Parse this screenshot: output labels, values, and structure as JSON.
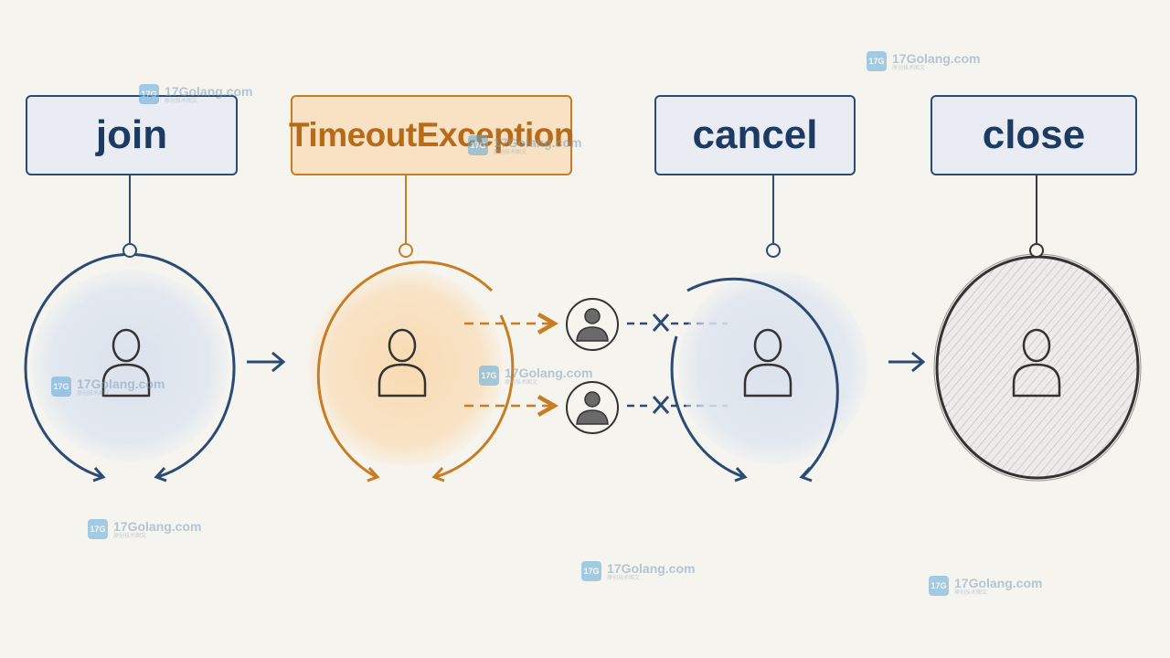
{
  "stages": [
    {
      "label": "join"
    },
    {
      "label": "TimeoutException"
    },
    {
      "label": "cancel"
    },
    {
      "label": "close"
    }
  ],
  "watermark": {
    "text": "17Golang.com",
    "logo_text": "17G",
    "subtitle": "原创技术图文"
  },
  "colors": {
    "navy": "#2b4a74",
    "orange": "#c97d22",
    "gray": "#3a3a3a",
    "background": "#f6f4ef"
  }
}
